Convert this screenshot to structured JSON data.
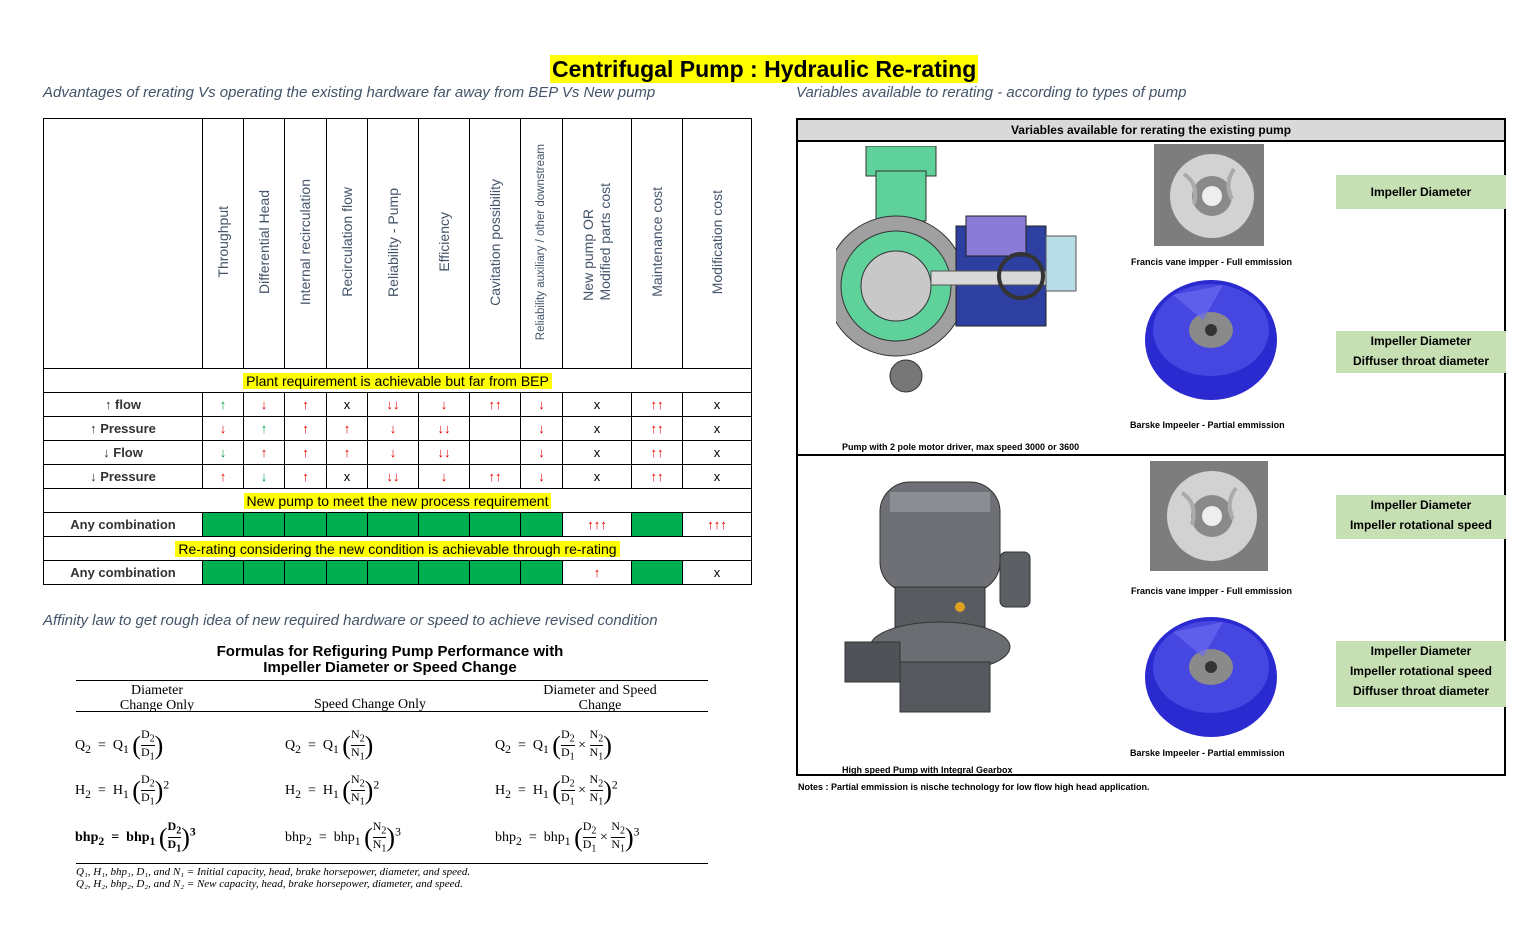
{
  "title": "Centrifugal Pump :  Hydraulic Re-rating",
  "left_subtitle": "Advantages of rerating Vs operating the existing hardware far away from BEP Vs New pump",
  "right_subtitle": "Variables available to rerating - according to types of pump",
  "matrix": {
    "columns": [
      "Throughput",
      "Differential Head",
      "Internal recirculation",
      "Recirculation flow",
      "Reliability - Pump",
      "Efficiency",
      "Cavitation possibility",
      "Reliability auxiliary / other downstream",
      "New pump OR",
      "Modified parts cost",
      "Maintenance cost",
      "Modification cost"
    ],
    "band1": "Plant requirement is achievable but far from BEP",
    "rows1": [
      {
        "label": "↑ flow",
        "cells": [
          "↑",
          "↓",
          "↑",
          "x",
          "↓↓",
          "↓",
          "↑↑",
          "↓",
          "x",
          "↑↑",
          "x"
        ]
      },
      {
        "label": "↑ Pressure",
        "cells": [
          "↓",
          "↑",
          "↑",
          "↑",
          "↓",
          "↓↓",
          "",
          "↓",
          "x",
          "↑↑",
          "x"
        ]
      },
      {
        "label": "↓ Flow",
        "cells": [
          "↓",
          "↑",
          "↑",
          "↑",
          "↓",
          "↓↓",
          "",
          "↓",
          "x",
          "↑↑",
          "x"
        ]
      },
      {
        "label": "↓ Pressure",
        "cells": [
          "↑",
          "↓",
          "↑",
          "x",
          "↓↓",
          "↓",
          "↑↑",
          "↓",
          "x",
          "↑↑",
          "x"
        ]
      }
    ],
    "band2": "New pump to meet the new process requirement",
    "row2": {
      "label": "Any combination",
      "new_pump": "↑↑↑",
      "modification": "↑↑↑"
    },
    "band3": "Re-rating considering the new condition is achievable through re-rating",
    "row3": {
      "label": "Any combination",
      "new_pump": "↑",
      "modification": "x"
    }
  },
  "affinity_heading": "Affinity law to get rough idea of new required hardware or speed to achieve revised condition",
  "formulas": {
    "title_line1": "Formulas for Refiguring Pump Performance with",
    "title_line2": "Impeller Diameter or Speed Change",
    "col1_line1": "Diameter",
    "col1_line2": "Change Only",
    "col2": "Speed Change Only",
    "col3_line1": "Diameter and Speed",
    "col3_line2": "Change",
    "foot1": "Q₁, H₁, bhp₁, D₁, and N₁  =  Initial capacity, head, brake horsepower, diameter, and speed.",
    "foot2": "Q₂, H₂, bhp₂, D₂, and N₂  =  New capacity, head, brake horsepower, diameter, and speed."
  },
  "right_panel": {
    "header": "Variables available for rerating the existing pump",
    "top_pump_caption": "Pump with 2 pole motor  driver, max speed 3000 or 3600",
    "francis_caption": "Francis vane impper - Full emmission",
    "barske_caption": "Barske Impeeler - Partial emmission",
    "top_var1": [
      "Impeller Diameter"
    ],
    "top_var2": [
      "Impeller Diameter",
      "Diffuser throat diameter"
    ],
    "bottom_pump_caption": "High speed Pump with Integral Gearbox",
    "bottom_var1": [
      "Impeller Diameter",
      "Impeller rotational speed"
    ],
    "bottom_var2": [
      "Impeller Diameter",
      "Impeller rotational speed",
      "Diffuser throat diameter"
    ]
  },
  "notes": "Notes : Partial emmission is nische technology for low flow high head application.",
  "colors": {
    "highlight": "#ffff00",
    "green": "#00b050",
    "light_green": "#c6e0b4",
    "red_arrow": "#e00000",
    "green_arrow": "#00a040",
    "subtitle": "#44546a"
  }
}
